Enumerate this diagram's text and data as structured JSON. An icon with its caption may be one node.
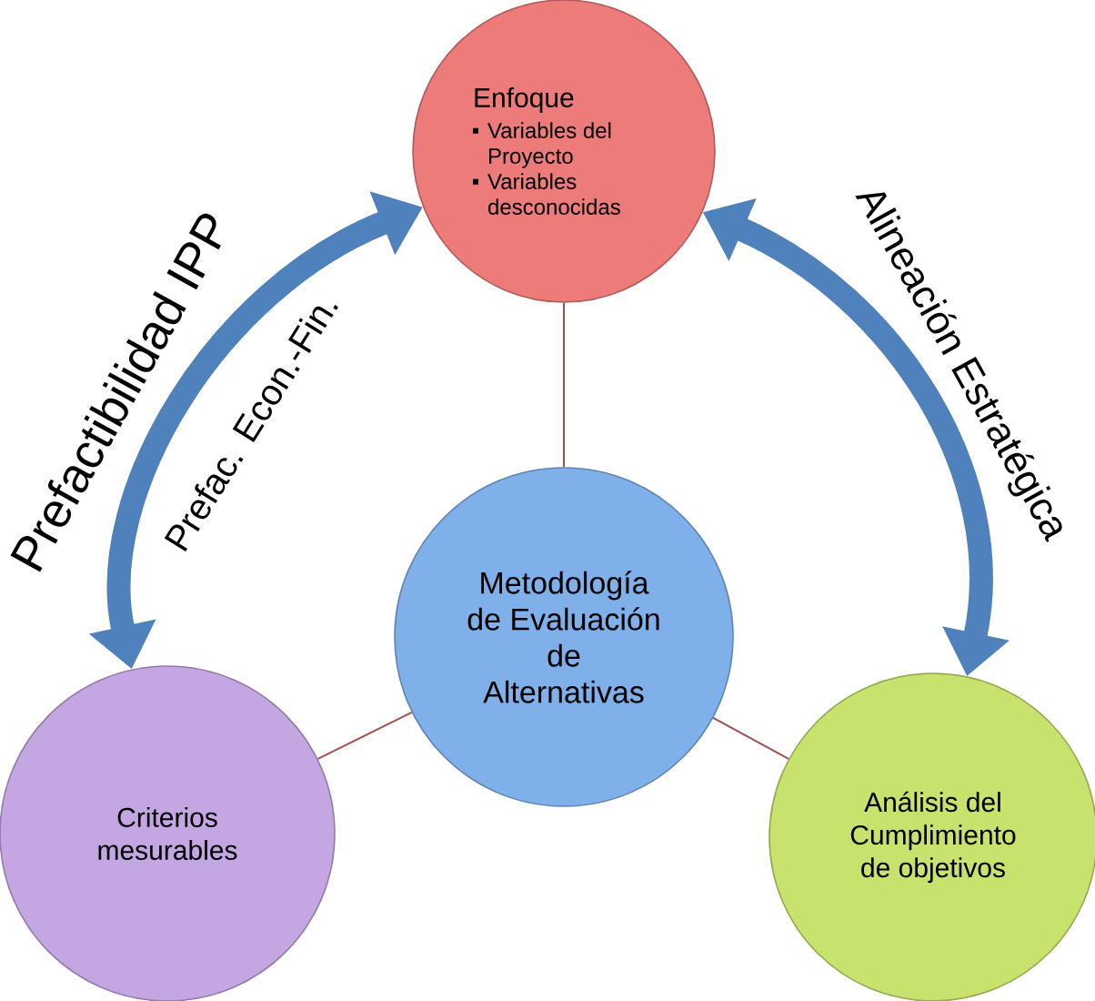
{
  "diagram": {
    "nodes": [
      {
        "text": [
          "Enfoque",
          "Variables del Proyecto",
          "Variables desconocidas"
        ]
      },
      {
        "text": [
          "Metodología de Evaluación de Alternativas"
        ]
      },
      {
        "text": [
          "Criterios mesurables"
        ]
      },
      {
        "text": [
          "Análisis del Cumplimiento de objetivos"
        ]
      }
    ],
    "edges": [
      {
        "from": 1,
        "to": 0,
        "arrow": "none"
      },
      {
        "from": 1,
        "to": 2,
        "arrow": "none"
      },
      {
        "from": 1,
        "to": 3,
        "arrow": "none"
      },
      {
        "from": 2,
        "to": 0,
        "arrow": "both",
        "label": "Prefactibilidad IPP",
        "style": "thick",
        "color": "#4f81bd"
      },
      {
        "from": 0,
        "to": 3,
        "arrow": "both",
        "label": "Alineación Estratégica",
        "style": "thick",
        "color": "#4f81bd"
      }
    ],
    "labels": [
      "Prefac. Econ.-Fin."
    ]
  }
}
